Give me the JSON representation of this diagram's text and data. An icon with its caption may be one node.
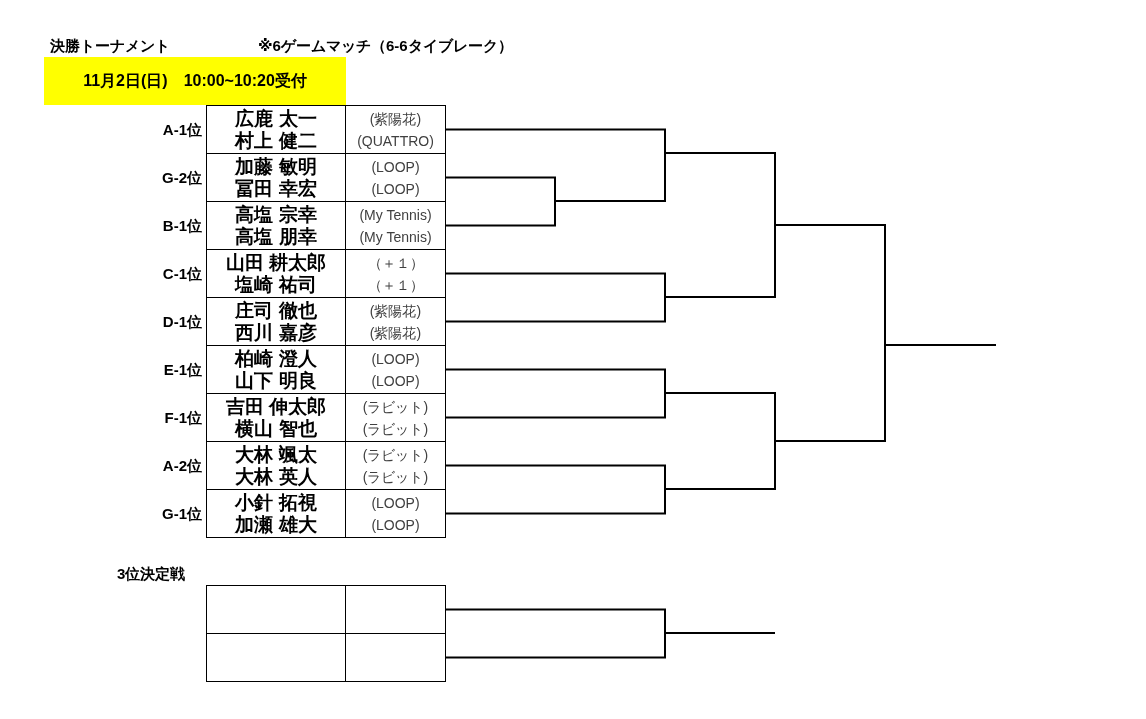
{
  "diagram": {
    "title": "決勝トーナメント",
    "nodes": [
      {
        "text": [
          "11月2日(日)　10:00~10:20受付"
        ]
      },
      {
        "text": [
          "広鹿 太一",
          "村上 健二",
          "(紫陽花)",
          "(QUATTRO)"
        ],
        "beside": [
          "A-1位"
        ]
      },
      {
        "text": [
          "加藤 敏明",
          "冨田 幸宏",
          "(LOOP)",
          "(LOOP)"
        ],
        "beside": [
          "G-2位"
        ]
      },
      {
        "text": [
          "高塩 宗幸",
          "高塩 朋幸",
          "(My Tennis)",
          "(My Tennis)"
        ],
        "beside": [
          "B-1位"
        ]
      },
      {
        "text": [
          "山田 耕太郎",
          "塩崎 祐司",
          "（＋１）",
          "（＋１）"
        ],
        "beside": [
          "C-1位"
        ]
      },
      {
        "text": [
          "庄司 徹也",
          "西川 嘉彦",
          "(紫陽花)",
          "(紫陽花)"
        ],
        "beside": [
          "D-1位"
        ]
      },
      {
        "text": [
          "柏崎 澄人",
          "山下 明良",
          "(LOOP)",
          "(LOOP)"
        ],
        "beside": [
          "E-1位"
        ]
      },
      {
        "text": [
          "吉田 伸太郎",
          "横山 智也",
          "(ラビット)",
          "(ラビット)"
        ],
        "beside": [
          "F-1位"
        ]
      },
      {
        "text": [
          "大林 颯太",
          "大林 英人",
          "(ラビット)",
          "(ラビット)"
        ],
        "beside": [
          "A-2位"
        ]
      },
      {
        "text": [
          "小針 拓視",
          "加瀬 雄大",
          "(LOOP)",
          "(LOOP)"
        ],
        "beside": [
          "G-1位"
        ]
      },
      {
        "text": [],
        "shape": "box"
      },
      {
        "text": [],
        "shape": "box"
      }
    ],
    "edges": [
      {
        "from": 1,
        "to": null,
        "arrow": "none"
      },
      {
        "from": 2,
        "to": null,
        "arrow": "none"
      },
      {
        "from": 3,
        "to": null,
        "arrow": "none"
      },
      {
        "from": 4,
        "to": null,
        "arrow": "none"
      },
      {
        "from": 5,
        "to": null,
        "arrow": "none"
      },
      {
        "from": 6,
        "to": null,
        "arrow": "none"
      },
      {
        "from": 7,
        "to": null,
        "arrow": "none"
      },
      {
        "from": 8,
        "to": null,
        "arrow": "none"
      },
      {
        "from": 9,
        "to": null,
        "arrow": "none"
      },
      {
        "from": 10,
        "to": null,
        "arrow": "none"
      },
      {
        "from": 11,
        "to": null,
        "arrow": "none"
      }
    ],
    "labels": [
      "※6ゲームマッチ（6-6タイブレーク）",
      "3位決定戦"
    ]
  }
}
